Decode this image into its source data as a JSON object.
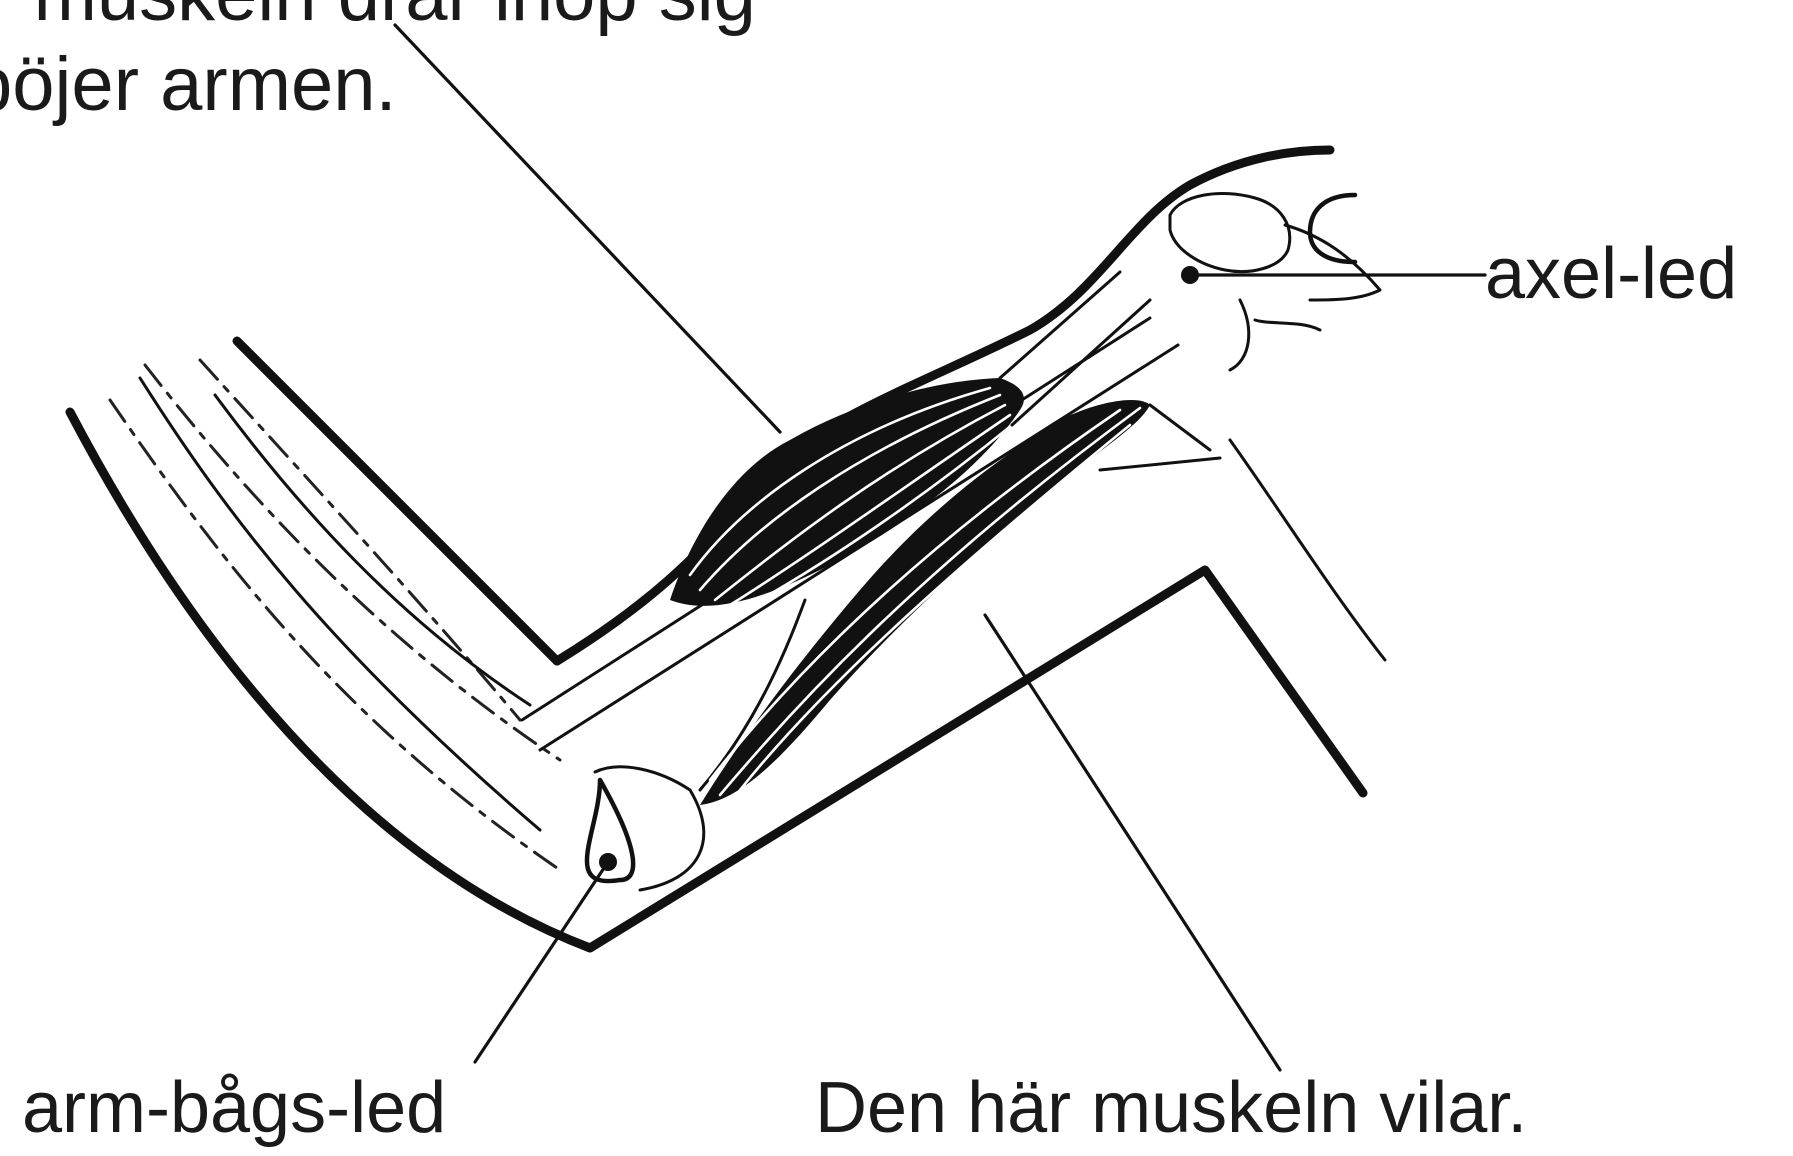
{
  "text_top_line1": "När muskeln drar ihop sig",
  "text_top_line2": "böjer armen.",
  "label_shoulder_joint": "axel-led",
  "label_elbow_joint": "arm-bågs-led",
  "label_resting_muscle": "Den här muskeln vilar."
}
